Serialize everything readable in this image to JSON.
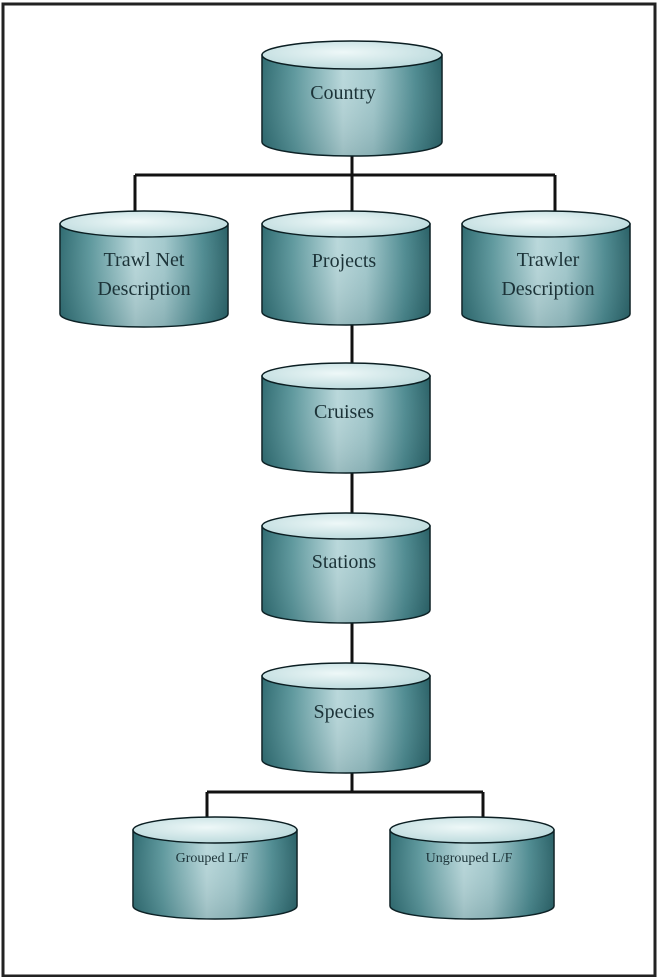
{
  "diagram": {
    "nodes": {
      "country": "Country",
      "trawl_net_line1": "Trawl Net",
      "trawl_net_line2": "Description",
      "projects": "Projects",
      "trawler_line1": "Trawler",
      "trawler_line2": "Description",
      "cruises": "Cruises",
      "stations": "Stations",
      "species": "Species",
      "grouped": "Grouped L/F",
      "ungrouped": "Ungrouped L/F"
    },
    "colors": {
      "cylinder_top": "#cfe6e8",
      "cylinder_body_dark": "#2e6a70",
      "cylinder_body_light": "#b7d7da",
      "outline": "#0b1e22",
      "connector": "#111111",
      "border": "#222222"
    }
  }
}
